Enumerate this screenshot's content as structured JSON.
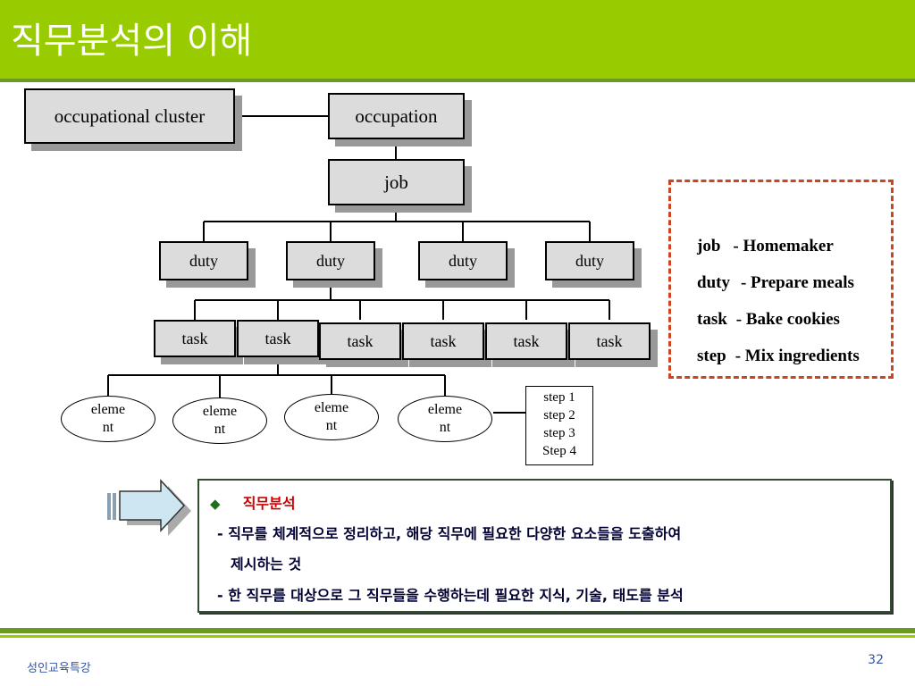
{
  "header": {
    "title": "직무분석의 이해"
  },
  "diagram": {
    "cluster": "occupational cluster",
    "occupation": "occupation",
    "job": "job",
    "duties": [
      "duty",
      "duty",
      "duty",
      "duty"
    ],
    "tasks": [
      "task",
      "task",
      "task",
      "task",
      "task",
      "task"
    ],
    "elements": [
      "eleme\nnt",
      "eleme\nnt",
      "eleme\nnt",
      "eleme\nnt"
    ],
    "steps": [
      "step 1",
      "step 2",
      "step 3",
      "Step 4"
    ]
  },
  "legend": {
    "items": [
      {
        "term": "job",
        "example": "- Homemaker"
      },
      {
        "term": "duty",
        "example": "- Prepare meals"
      },
      {
        "term": "task",
        "example": "- Bake cookies"
      },
      {
        "term": "step",
        "example": "- Mix ingredients"
      }
    ]
  },
  "info": {
    "heading": "직무분석",
    "bullet_icon": "diamond-icon",
    "line1": "- 직무를 체계적으로 정리하고, 해당 직무에 필요한 다양한 요소들을 도출하여",
    "line2": "제시하는 것",
    "line3": "- 한 직무를 대상으로 그 직무들을 수행하는데 필요한 지식, 기술, 태도를 분석"
  },
  "footer": {
    "left": "성인교육특강",
    "page": "32"
  },
  "colors": {
    "title_bg": "#99cc00",
    "box_fill": "#dcdcdc",
    "legend_border": "#cc4422",
    "heading_red": "#cc0000",
    "bullet_green": "#1f6f1f"
  }
}
